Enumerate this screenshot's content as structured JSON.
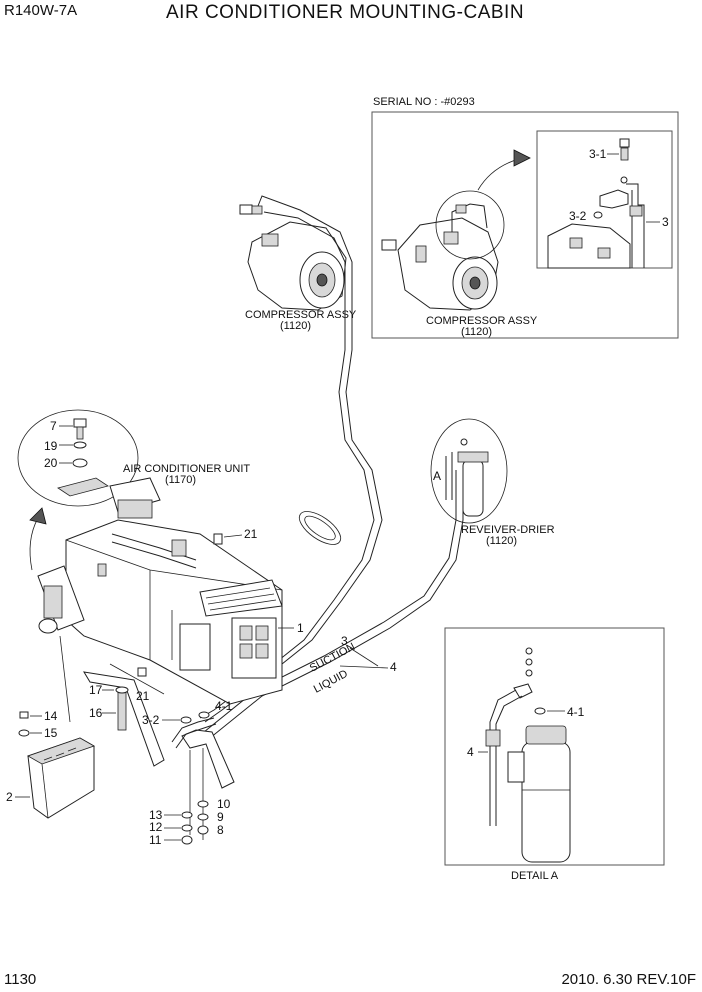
{
  "header": {
    "model": "R140W-7A",
    "title": "AIR CONDITIONER MOUNTING-CABIN"
  },
  "footer": {
    "page": "1130",
    "revision": "2010. 6.30  REV.10F"
  },
  "serial_note": "SERIAL NO : -#0293",
  "labels": {
    "compressor_main": "COMPRESSOR ASSY",
    "compressor_main_code": "(1120)",
    "compressor_inset": "COMPRESSOR ASSY",
    "compressor_inset_code": "(1120)",
    "ac_unit": "AIR CONDITIONER UNIT",
    "ac_unit_code": "(1170)",
    "receiver": "REVEIVER-DRIER",
    "receiver_code": "(1120)",
    "detail": "DETAIL A",
    "detail_ref": "A"
  },
  "callouts": {
    "c3_1": "3-1",
    "c3_2_inset": "3-2",
    "c3_inset": "3",
    "c7": "7",
    "c19": "19",
    "c20": "20",
    "c21_top": "21",
    "c1": "1",
    "c3_main": "3",
    "c4_main": "4",
    "c17": "17",
    "c21_low": "21",
    "c16": "16",
    "c14": "14",
    "c15": "15",
    "c2": "2",
    "c4_1_main": "4-1",
    "c3_2_main": "3-2",
    "c10": "10",
    "c13": "13",
    "c9": "9",
    "c12": "12",
    "c8": "8",
    "c11": "11",
    "c4_1_detail": "4-1",
    "c4_detail": "4"
  },
  "hose_text": {
    "upper": "SUCTION",
    "lower": "LIQUID"
  }
}
